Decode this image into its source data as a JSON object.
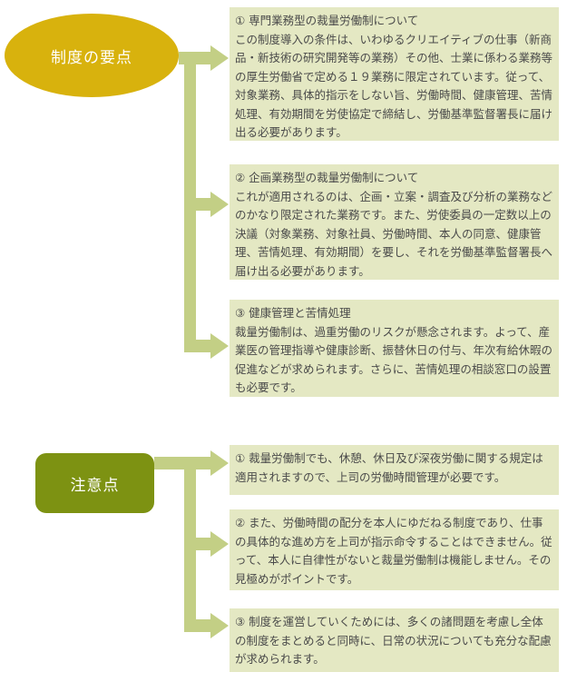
{
  "section1": {
    "label": "制度の要点",
    "items": [
      {
        "title": "① 専門業務型の裁量労働制について",
        "body": "この制度導入の条件は、いわゆるクリエイティブの仕事（新商品・新技術の研究開発等の業務）その他、士業に係わる業務等の厚生労働省で定める１９業務に限定されています。従って、対象業務、具体的指示をしない旨、労働時間、健康管理、苦情処理、有効期間を労使協定で締結し、労働基準監督署長に届け出る必要があります。"
      },
      {
        "title": "② 企画業務型の裁量労働制について",
        "body": "これが適用されるのは、企画・立案・調査及び分析の業務などのかなり限定された業務です。また、労使委員の一定数以上の決議（対象業務、対象社員、労働時間、本人の同意、健康管理、苦情処理、有効期間）を要し、それを労働基準監督署長へ届け出る必要があります。"
      },
      {
        "title": "③ 健康管理と苦情処理",
        "body": "裁量労働制は、過重労働のリスクが懸念されます。よって、産業医の管理指導や健康診断、振替休日の付与、年次有給休暇の促進などが求められます。さらに、苦情処理の相談窓口の設置も必要です。"
      }
    ]
  },
  "section2": {
    "label": "注意点",
    "items": [
      {
        "text": "① 裁量労働制でも、休憩、休日及び深夜労働に関する規定は適用されますので、上司の労働時間管理が必要です。"
      },
      {
        "text": "② また、労働時間の配分を本人にゆだねる制度であり、仕事の具体的な進め方を上司が指示命令することはできません。従って、本人に自律性がないと裁量労働制は機能しません。その見極めがポイントです。"
      },
      {
        "text": "③ 制度を運営していくためには、多くの諸問題を考慮し全体の制度をまとめると同時に、日常の状況についても充分な配慮が求められます。"
      }
    ]
  },
  "colors": {
    "oval": "#d8b20d",
    "pill": "#7d9212",
    "box": "#e4e8c3",
    "connector": "#c3cf85",
    "text": "#4a4a4a"
  }
}
